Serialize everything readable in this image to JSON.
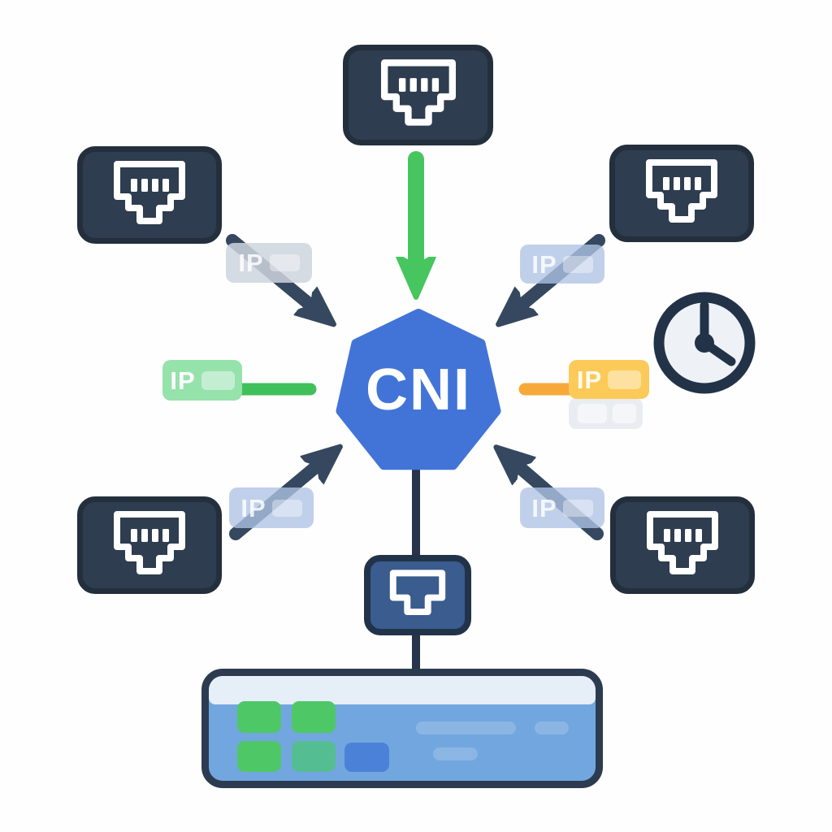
{
  "diagram": {
    "type": "network-diagram",
    "description": "Multiple ethernet interfaces feed IP addresses through CNI to a host",
    "center_node": {
      "label": "CNI",
      "shape": "heptagon",
      "color": "#4274d8"
    },
    "ip_badges": {
      "top_left": {
        "label": "IP",
        "style": "translucent-gray"
      },
      "top_right": {
        "label": "IP",
        "style": "translucent-blue"
      },
      "bottom_left": {
        "label": "IP",
        "style": "translucent-blue"
      },
      "bottom_right": {
        "label": "IP",
        "style": "translucent-blue"
      },
      "left": {
        "label": "IP",
        "style": "solid-green",
        "badge_color": "#96e2ab",
        "line_color": "#3fc05a"
      },
      "right": {
        "label": "IP",
        "style": "solid-yellow",
        "badge_color": "#fcca58",
        "line_color": "#f6a93a"
      }
    },
    "icons": {
      "ethernet_port": "ethernet-port-icon",
      "ethernet_port_small": "ethernet-port-small-icon",
      "clock": "clock-icon",
      "arrow_down_green": "green-down-arrow",
      "arrows_dark": "dark-diagonal-arrows"
    },
    "colors": {
      "background": "#fefefe",
      "node_dark_fill": "#2e3d4f",
      "node_dark_border": "#232f3d",
      "center_blue": "#4274d8",
      "arrow_dark": "#35485f",
      "arrow_green": "#47c55f",
      "line_green": "#3fc05a",
      "line_orange": "#f6a93a",
      "connector_dark": "#253449",
      "port_box_fill": "#3a5c8e",
      "host_fill": "#72a6df",
      "host_border": "#2c3b50",
      "host_header": "#e6eef8",
      "tile_green": "#4ec867",
      "tile_teal": "#55bd92",
      "tile_blue": "#4b82d8",
      "clock_stroke": "#223348",
      "clock_face": "#eef2f7"
    }
  }
}
